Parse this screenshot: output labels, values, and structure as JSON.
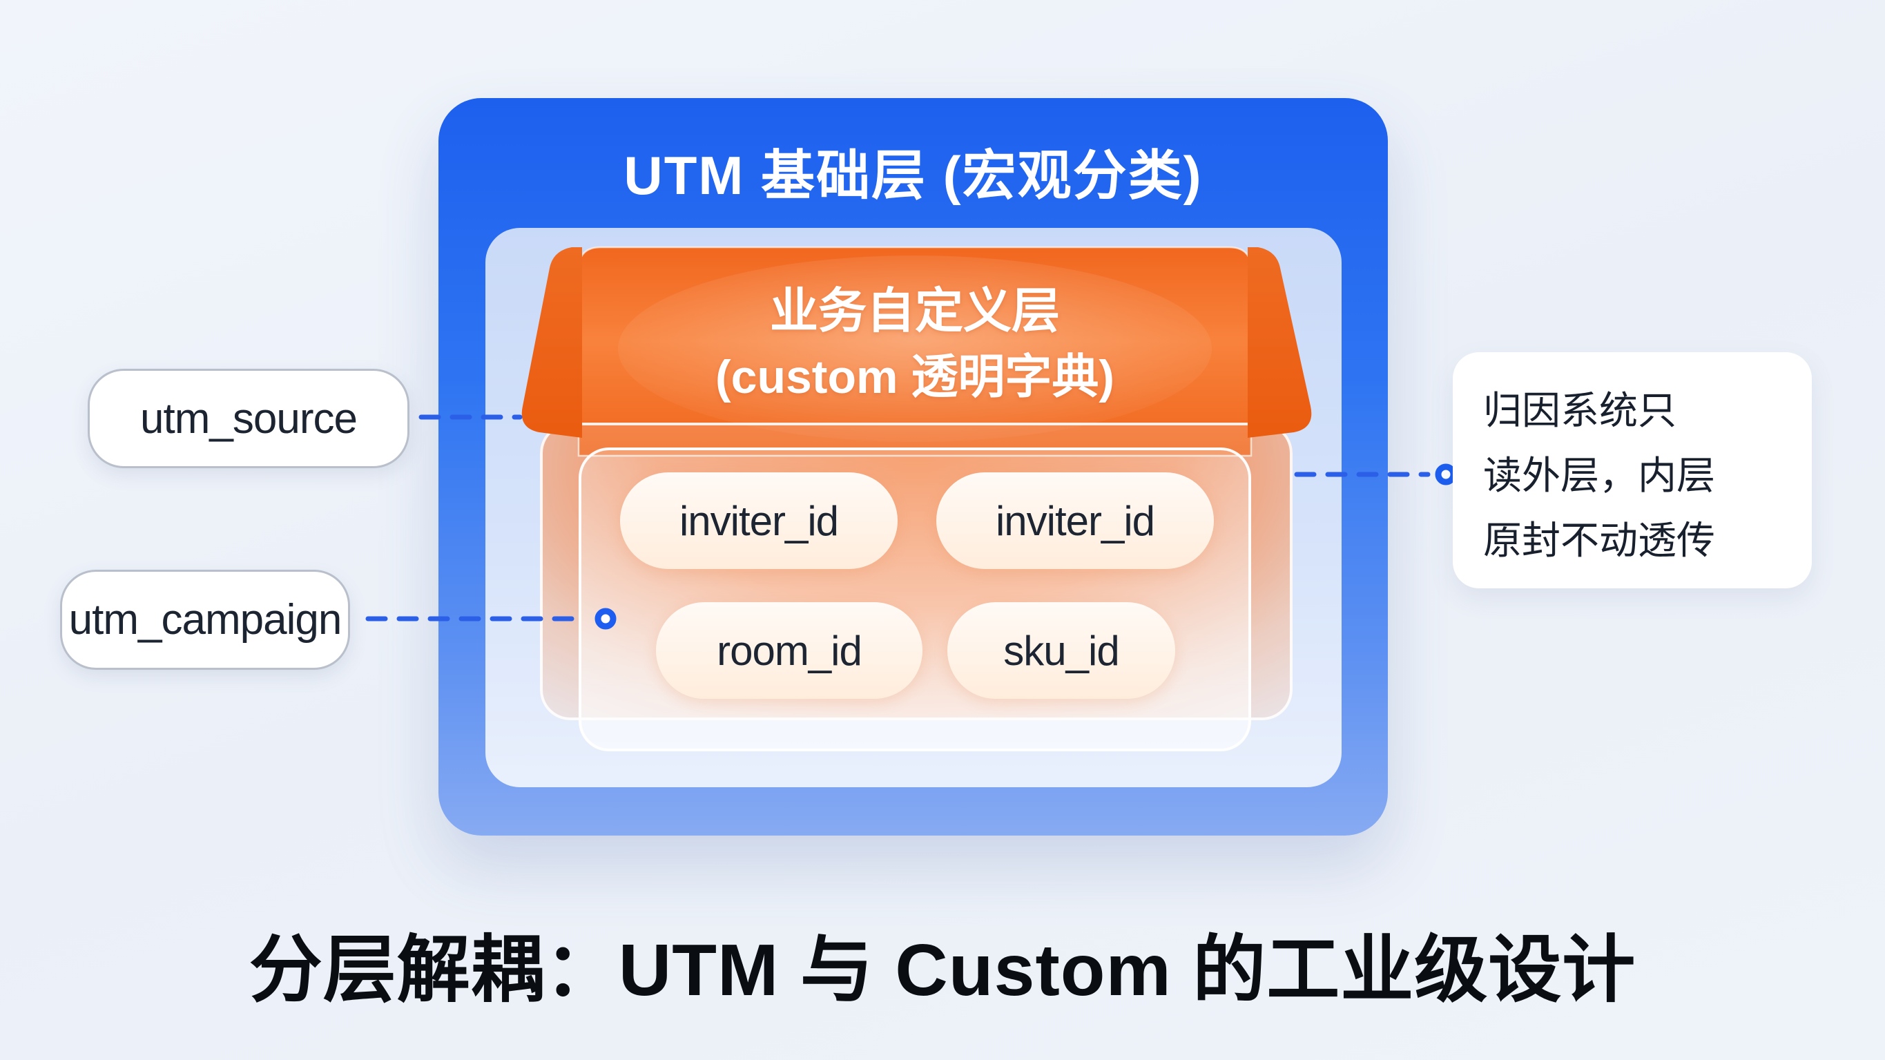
{
  "outer_layer": {
    "title": "UTM 基础层 (宏观分类)"
  },
  "custom_layer": {
    "title_line1": "业务自定义层",
    "title_line2": "(custom 透明字典)"
  },
  "pills": {
    "p1": "inviter_id",
    "p2": "inviter_id",
    "p3": "room_id",
    "p4": "sku_id"
  },
  "left_labels": {
    "source": "utm_source",
    "campaign": "utm_campaign"
  },
  "right_note": {
    "line1": "归因系统只",
    "line2": "读外层，内层",
    "line3": "原封不动透传"
  },
  "caption": {
    "text": "分层解耦：UTM 与 Custom 的工业级设计"
  },
  "colors": {
    "outer_blue_top": "#1d60ee",
    "outer_blue_bottom": "#87aaf2",
    "inner_panel_blue": "#c9daf8",
    "orange_main": "#f2691e",
    "orange_light": "#f8823c",
    "orange_flap": "#ea5c10",
    "pill_background": "#ffeddc",
    "dash_blue": "#2b5fe7",
    "text_dark": "#1b2430",
    "title_white": "#ffffff",
    "caption_black": "#0a0d12"
  }
}
